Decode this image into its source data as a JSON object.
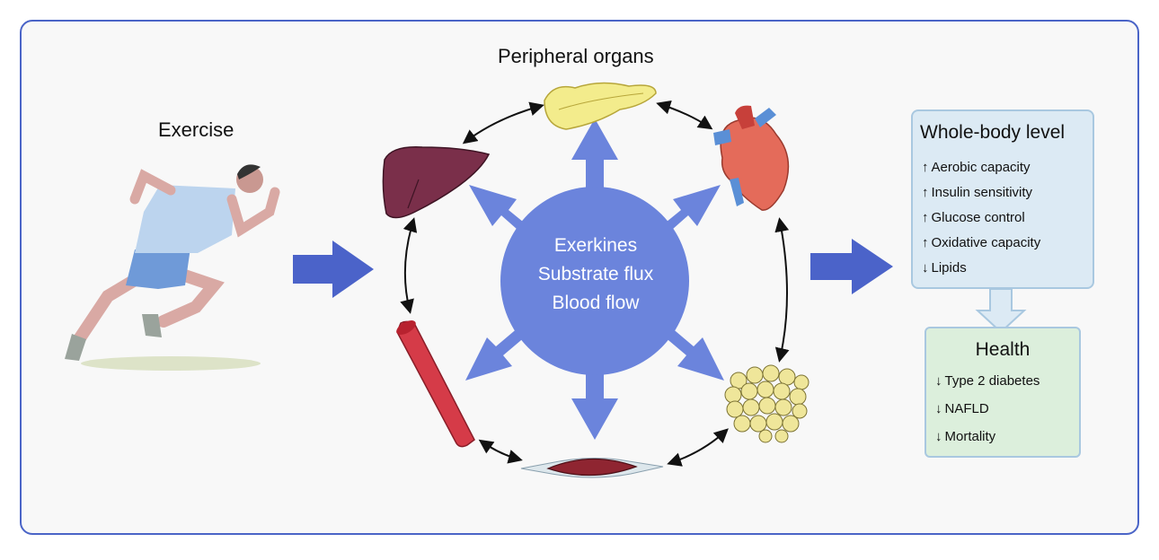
{
  "title": "Peripheral organs",
  "exercise_label": "Exercise",
  "center": {
    "lines": [
      "Exerkines",
      "Substrate flux",
      "Blood flow"
    ]
  },
  "whole_body": {
    "title": "Whole-body level",
    "items": [
      {
        "direction": "up",
        "text": "Aerobic capacity"
      },
      {
        "direction": "up",
        "text": "Insulin sensitivity"
      },
      {
        "direction": "up",
        "text": "Glucose control"
      },
      {
        "direction": "up",
        "text": "Oxidative capacity"
      },
      {
        "direction": "down",
        "text": "Lipids"
      }
    ]
  },
  "health": {
    "title": "Health",
    "items": [
      {
        "direction": "down",
        "text": "Type 2 diabetes"
      },
      {
        "direction": "down",
        "text": "NAFLD"
      },
      {
        "direction": "down",
        "text": "Mortality"
      }
    ]
  },
  "colors": {
    "frame_border": "#4a64c7",
    "hub": "#6b84dc",
    "big_arrow": "#4b63c9",
    "whole_body_fill": "#dceaf4",
    "health_fill": "#dcefdc"
  },
  "icons": [
    "runner-icon",
    "pancreas-icon",
    "heart-icon",
    "liver-icon",
    "blood-vessel-icon",
    "muscle-icon",
    "adipose-tissue-icon"
  ]
}
